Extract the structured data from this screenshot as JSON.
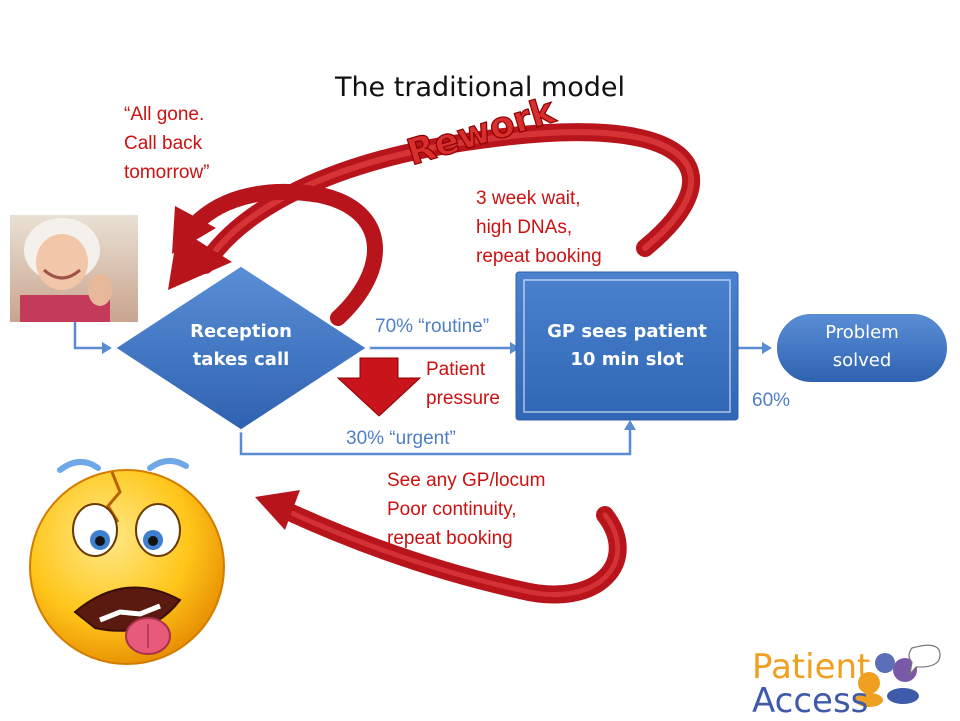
{
  "title": "The traditional model",
  "rework_label": "Rework",
  "annotations": {
    "all_gone": [
      "“All gone.",
      "Call back",
      "tomorrow”"
    ],
    "three_week": [
      "3 week wait,",
      "high DNAs,",
      "repeat booking"
    ],
    "patient_pressure": [
      "Patient",
      "pressure"
    ],
    "see_any_gp": [
      "See any GP/locum",
      "Poor continuity,",
      "repeat booking"
    ]
  },
  "flow_labels": {
    "routine": "70% “routine”",
    "urgent": "30% “urgent”",
    "solved_pct": "60%"
  },
  "nodes": {
    "reception": [
      "Reception",
      "takes call"
    ],
    "gp": [
      "GP sees patient",
      "10 min slot"
    ],
    "problem": [
      "Problem",
      "solved"
    ]
  },
  "logo": {
    "line1": "Patient",
    "line2": "Access"
  },
  "colors": {
    "arrow_red": "#c8141a",
    "box_blue": "#3d74c0",
    "line_blue": "#5b8bd0",
    "annotation_red": "#cc1111",
    "label_blue": "#4f7fc4"
  }
}
